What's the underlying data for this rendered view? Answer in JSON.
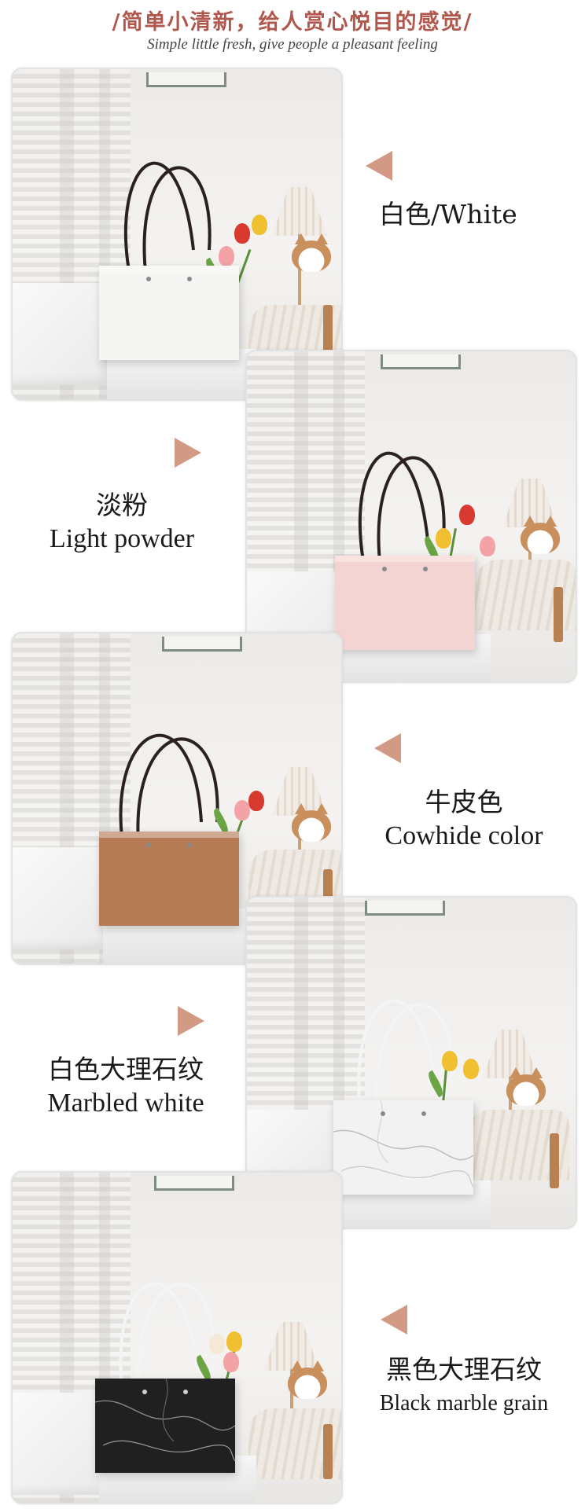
{
  "header": {
    "title_cn": "/简单小清新，给人赏心悦目的感觉/",
    "title_en": "Simple little fresh, give people a pleasant feeling"
  },
  "variants": [
    {
      "cn": "白色/White",
      "en": "",
      "bag_color": "#f5f5f3",
      "pattern": "plain",
      "handle": "#2b2220"
    },
    {
      "cn": "淡粉",
      "en": "Light powder",
      "bag_color": "#f4d4d2",
      "pattern": "plain",
      "handle": "#2b2220"
    },
    {
      "cn": "牛皮色",
      "en": "Cowhide color",
      "bag_color": "#b57b55",
      "pattern": "plain",
      "handle": "#2b2220"
    },
    {
      "cn": "白色大理石纹",
      "en": "Marbled white",
      "bag_color": "#f2f2f2",
      "pattern": "marble-white",
      "handle": "#f4f4f4"
    },
    {
      "cn": "黑色大理石纹",
      "en": "Black marble grain",
      "bag_color": "#202020",
      "pattern": "marble-black",
      "handle": "#f4f4f4"
    }
  ],
  "colors": {
    "accent": "#b0584e",
    "arrow": "#d29a84"
  },
  "icons": [
    "arrow-left-icon",
    "arrow-right-icon"
  ]
}
